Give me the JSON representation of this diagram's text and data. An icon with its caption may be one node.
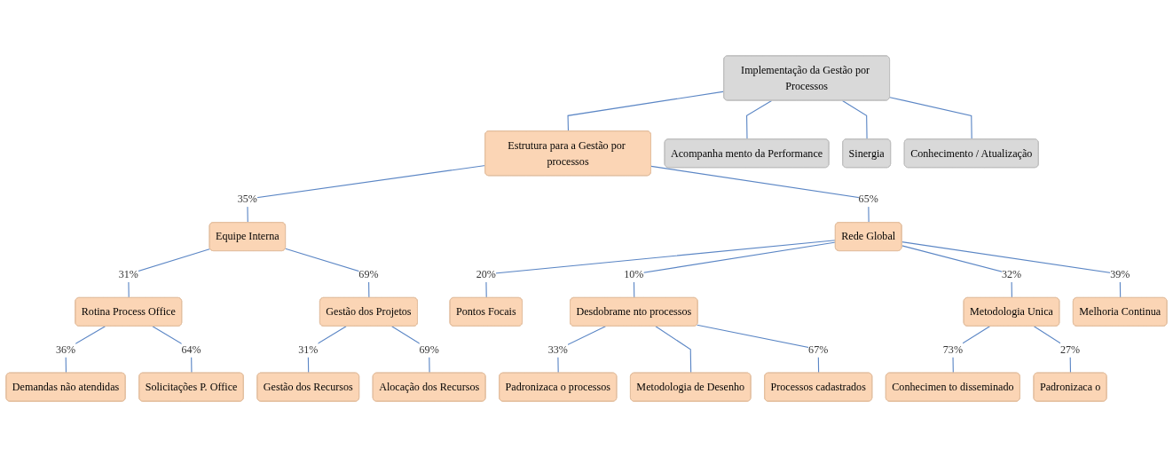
{
  "diagram": {
    "nodes": [
      {
        "text": [
          "Implementação da Gestão por Processos"
        ]
      },
      {
        "text": [
          "Estrutura para a Gestão por processos"
        ]
      },
      {
        "text": [
          "Acompanha mento da Performance"
        ]
      },
      {
        "text": [
          "Sinergia"
        ]
      },
      {
        "text": [
          "Conhecimento / Atualização"
        ]
      },
      {
        "text": [
          "Equipe Interna"
        ]
      },
      {
        "text": [
          "Rede Global"
        ]
      },
      {
        "text": [
          "Rotina Process Office"
        ]
      },
      {
        "text": [
          "Gestão dos Projetos"
        ]
      },
      {
        "text": [
          "Pontos Focais"
        ]
      },
      {
        "text": [
          "Desdobrame nto processos"
        ]
      },
      {
        "text": [
          "Metodologia Unica"
        ]
      },
      {
        "text": [
          "Melhoria Continua"
        ]
      },
      {
        "text": [
          "Demandas não atendidas"
        ]
      },
      {
        "text": [
          "Solicitações P. Office"
        ]
      },
      {
        "text": [
          "Gestão dos Recursos"
        ]
      },
      {
        "text": [
          "Alocação dos Recursos"
        ]
      },
      {
        "text": [
          "Padronizaca o processos"
        ]
      },
      {
        "text": [
          "Metodologia de Desenho"
        ]
      },
      {
        "text": [
          "Processos cadastrados"
        ]
      },
      {
        "text": [
          "Conhecimen to disseminado"
        ]
      },
      {
        "text": [
          "Padronizaca o"
        ]
      }
    ],
    "edges": [
      {
        "from": 0,
        "to": 1,
        "arrow": "none"
      },
      {
        "from": 0,
        "to": 2,
        "arrow": "none"
      },
      {
        "from": 0,
        "to": 3,
        "arrow": "none"
      },
      {
        "from": 0,
        "to": 4,
        "arrow": "none"
      },
      {
        "from": 1,
        "to": 5,
        "arrow": "none",
        "label": "35%"
      },
      {
        "from": 1,
        "to": 6,
        "arrow": "none",
        "label": "65%"
      },
      {
        "from": 5,
        "to": 7,
        "arrow": "none",
        "label": "31%"
      },
      {
        "from": 5,
        "to": 8,
        "arrow": "none",
        "label": "69%"
      },
      {
        "from": 6,
        "to": 9,
        "arrow": "none",
        "label": "20%"
      },
      {
        "from": 6,
        "to": 10,
        "arrow": "none",
        "label": "10%"
      },
      {
        "from": 6,
        "to": 11,
        "arrow": "none",
        "label": "32%"
      },
      {
        "from": 6,
        "to": 12,
        "arrow": "none",
        "label": "39%"
      },
      {
        "from": 7,
        "to": 13,
        "arrow": "none",
        "label": "36%"
      },
      {
        "from": 7,
        "to": 14,
        "arrow": "none",
        "label": "64%"
      },
      {
        "from": 8,
        "to": 15,
        "arrow": "none",
        "label": "31%"
      },
      {
        "from": 8,
        "to": 16,
        "arrow": "none",
        "label": "69%"
      },
      {
        "from": 10,
        "to": 17,
        "arrow": "none",
        "label": "33%"
      },
      {
        "from": 10,
        "to": 18,
        "arrow": "none"
      },
      {
        "from": 10,
        "to": 19,
        "arrow": "none",
        "label": "67%"
      },
      {
        "from": 11,
        "to": 20,
        "arrow": "none",
        "label": "73%"
      },
      {
        "from": 11,
        "to": 21,
        "arrow": "none",
        "label": "27%"
      }
    ]
  }
}
